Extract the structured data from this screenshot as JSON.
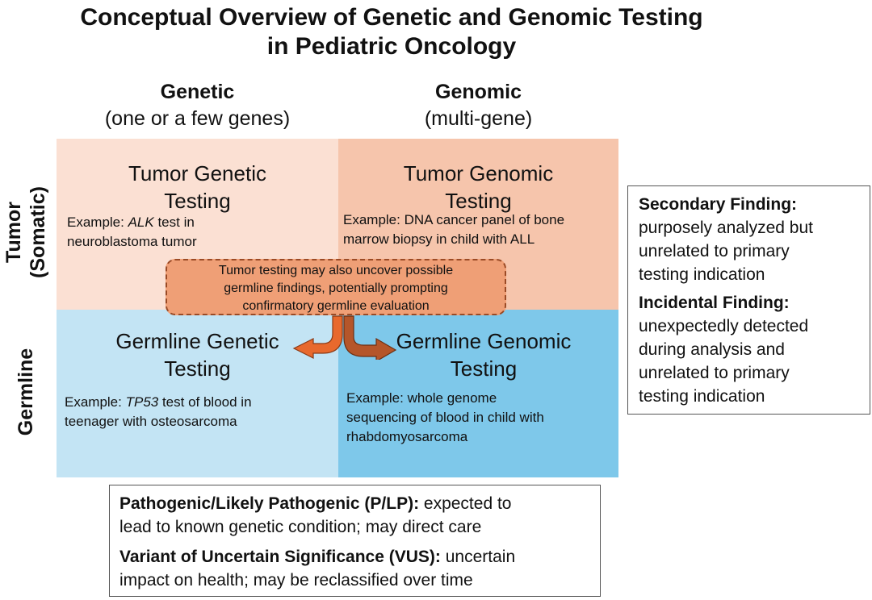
{
  "title": {
    "line1": "Conceptual Overview of Genetic and Genomic Testing",
    "line2": "in Pediatric Oncology"
  },
  "columns": {
    "genetic": {
      "label": "Genetic",
      "sub": "(one or a few genes)"
    },
    "genomic": {
      "label": "Genomic",
      "sub": "(multi-gene)"
    }
  },
  "rows": {
    "tumor": {
      "line1": "Tumor",
      "line2": "(Somatic)"
    },
    "germline": {
      "label": "Germline"
    }
  },
  "quadrants": {
    "tumor_genetic": {
      "title1": "Tumor Genetic",
      "title2": "Testing",
      "ex_prefix": "Example: ",
      "ex_italic": "ALK",
      "ex_rest1": " test in",
      "ex_line2": "neuroblastoma tumor"
    },
    "tumor_genomic": {
      "title1": "Tumor Genomic",
      "title2": "Testing",
      "ex_line1": "Example: DNA cancer panel of bone",
      "ex_line2": "marrow biopsy in child with ALL"
    },
    "germline_genetic": {
      "title1": "Germline Genetic",
      "title2": "Testing",
      "ex_prefix": "Example: ",
      "ex_italic": "TP53",
      "ex_rest1": " test of blood in",
      "ex_line2": "teenager with osteosarcoma"
    },
    "germline_genomic": {
      "title1": "Germline Genomic",
      "title2": "Testing",
      "ex_line1": "Example: whole genome",
      "ex_line2": "sequencing of blood in child with",
      "ex_line3": "rhabdomyosarcoma"
    }
  },
  "callout": {
    "line1": "Tumor testing may also uncover possible",
    "line2": "germline findings, potentially prompting",
    "line3": "confirmatory germline evaluation"
  },
  "findings": {
    "secondary": {
      "term": "Secondary Finding:",
      "l1": "purposely analyzed but",
      "l2": "unrelated to primary",
      "l3": "testing indication"
    },
    "incidental": {
      "term": "Incidental Finding:",
      "l1": "unexpectedly detected",
      "l2": "during analysis and",
      "l3": "unrelated to primary",
      "l4": "testing indication"
    }
  },
  "variants": {
    "plp": {
      "term": "Pathogenic/Likely Pathogenic (P/LP):",
      "rest1": " expected to",
      "l2": "lead to known genetic condition; may direct care"
    },
    "vus": {
      "term": "Variant of Uncertain Significance (VUS):",
      "rest1": " uncertain",
      "l2": "impact on health; may be reclassified over time"
    }
  },
  "colors": {
    "tumor_genetic": "#fbe0d3",
    "tumor_genomic": "#f6c5ac",
    "germline_genetic": "#c3e4f4",
    "germline_genomic": "#7ec8ea",
    "callout_fill": "#ef9f76",
    "arrow_left": "#e8692d",
    "arrow_right": "#b5562a"
  }
}
